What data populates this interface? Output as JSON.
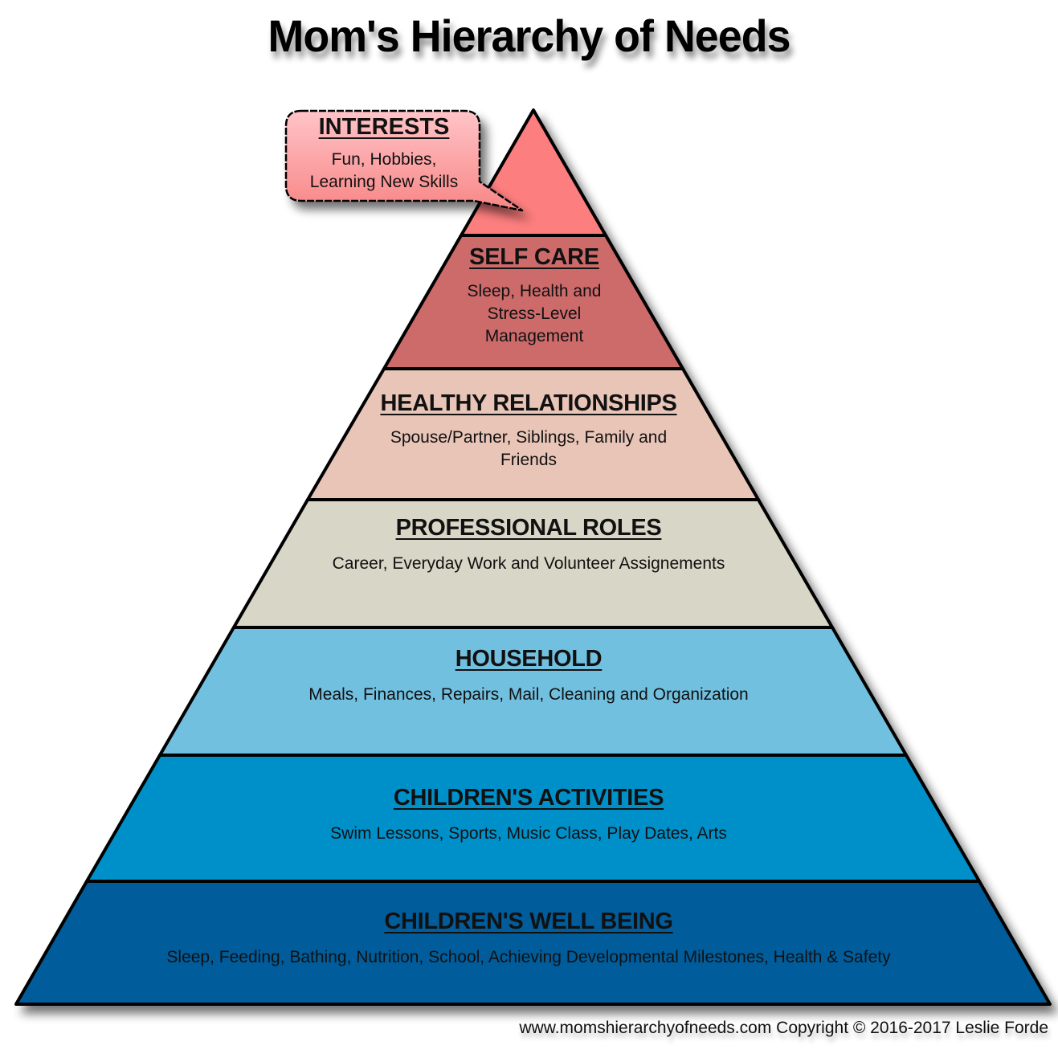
{
  "title": "Mom's Hierarchy of Needs",
  "pyramid": {
    "apex": [
      664,
      137
    ],
    "base_left": [
      20,
      1250
    ],
    "base_right": [
      1307,
      1250
    ],
    "outline_color": "#000000",
    "layers": [
      {
        "level": 7,
        "heading": "INTERESTS",
        "description": "Fun, Hobbies, Learning New Skills",
        "desc_lines": [
          "Fun, Hobbies,",
          "Learning New Skills"
        ],
        "color": "#fd7e7e",
        "shown_in_callout": true
      },
      {
        "level": 6,
        "heading": "SELF CARE",
        "description": "Sleep, Health and Stress-Level Management",
        "desc_lines": [
          "Sleep, Health and",
          "Stress-Level",
          "Management"
        ],
        "color": "#cd6a6a"
      },
      {
        "level": 5,
        "heading": "HEALTHY RELATIONSHIPS",
        "description": "Spouse/Partner, Siblings, Family and Friends",
        "desc_lines": [
          "Spouse/Partner, Siblings, Family and",
          "Friends"
        ],
        "color": "#e9c5b8"
      },
      {
        "level": 4,
        "heading": "PROFESSIONAL ROLES",
        "description": "Career, Everyday Work and Volunteer Assignements",
        "desc_lines": [
          "Career, Everyday Work and Volunteer Assignements"
        ],
        "color": "#d8d6c6"
      },
      {
        "level": 3,
        "heading": "HOUSEHOLD",
        "description": "Meals, Finances, Repairs, Mail, Cleaning and Organization",
        "desc_lines": [
          "Meals, Finances, Repairs, Mail, Cleaning and Organization"
        ],
        "color": "#72c0e0"
      },
      {
        "level": 2,
        "heading": "CHILDREN'S ACTIVITIES",
        "description": "Swim Lessons, Sports, Music Class, Play Dates, Arts",
        "desc_lines": [
          "Swim Lessons, Sports, Music Class, Play Dates, Arts"
        ],
        "color": "#0190c9"
      },
      {
        "level": 1,
        "heading": "CHILDREN'S WELL BEING",
        "description": "Sleep, Feeding, Bathing, Nutrition, School, Achieving Developmental Milestones, Health & Safety",
        "desc_lines": [
          "Sleep, Feeding, Bathing, Nutrition, School, Achieving Developmental Milestones, Health & Safety"
        ],
        "color": "#005b9a"
      }
    ]
  },
  "callout": {
    "heading": "INTERESTS",
    "line1": "Fun, Hobbies,",
    "line2": "Learning New Skills",
    "fill_top": "#ffc2c6",
    "fill_bottom": "#f98a8a"
  },
  "footer": "www.momshierarchyofneeds.com Copyright © 2016-2017 Leslie Forde"
}
